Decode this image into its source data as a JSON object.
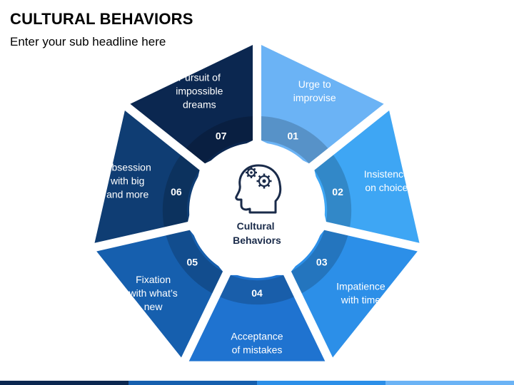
{
  "header": {
    "title": "CULTURAL BEHAVIORS",
    "subtitle": "Enter your sub headline here"
  },
  "center": {
    "label_lines": [
      "Cultural",
      "Behaviors"
    ],
    "icon": "head-with-gears-icon"
  },
  "segments": [
    {
      "number": "01",
      "lines": [
        "Urge to",
        "improvise"
      ],
      "color": "#6bb3f5"
    },
    {
      "number": "02",
      "lines": [
        "Insistence",
        "on choice"
      ],
      "color": "#3ea6f4"
    },
    {
      "number": "03",
      "lines": [
        "Impatience",
        "with time"
      ],
      "color": "#2c8fe8"
    },
    {
      "number": "04",
      "lines": [
        "Acceptance",
        "of mistakes"
      ],
      "color": "#1f73d0"
    },
    {
      "number": "05",
      "lines": [
        "Fixation",
        "with what’s",
        "new"
      ],
      "color": "#165fae"
    },
    {
      "number": "06",
      "lines": [
        "Obsession",
        "with big",
        "and more"
      ],
      "color": "#0f3d73"
    },
    {
      "number": "07",
      "lines": [
        "Pursuit of",
        "impossible",
        "dreams"
      ],
      "color": "#0b2750"
    }
  ],
  "colors": {
    "center_ring": "#ffffff",
    "center_text": "#1a2b4a",
    "bottom_bar": [
      "#0b2750",
      "#165fae",
      "#2c8fe8",
      "#6bb3f5"
    ]
  }
}
